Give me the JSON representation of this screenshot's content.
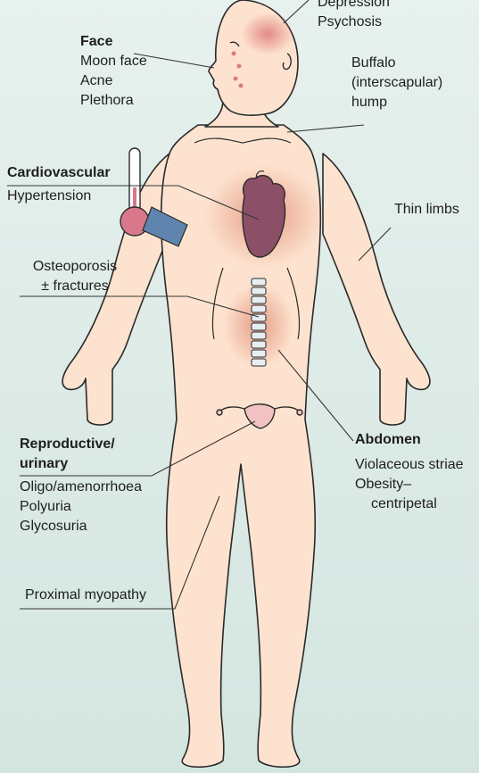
{
  "labels": {
    "head": {
      "lines": [
        "Depression",
        "Psychosis"
      ]
    },
    "face": {
      "heading": "Face",
      "lines": [
        "Moon face",
        "Acne",
        "Plethora"
      ]
    },
    "buffalo": {
      "lines": [
        "Buffalo",
        "(interscapular)",
        "hump"
      ]
    },
    "cardio": {
      "heading": "Cardiovascular",
      "lines": [
        "Hypertension"
      ]
    },
    "thin_limbs": {
      "lines": [
        "Thin limbs"
      ]
    },
    "osteo": {
      "lines": [
        "Osteoporosis",
        "± fractures"
      ]
    },
    "repro": {
      "heading_lines": [
        "Reproductive/",
        "urinary"
      ],
      "lines": [
        "Oligo/amenorrhoea",
        "Polyuria",
        "Glycosuria"
      ]
    },
    "abdomen": {
      "heading": "Abdomen",
      "lines": [
        "Violaceous striae",
        "Obesity–",
        "centripetal"
      ]
    },
    "myopathy": {
      "lines": [
        "Proximal myopathy"
      ]
    }
  },
  "colors": {
    "background": "#dfece8",
    "skin": "#fde3cf",
    "skin_outline": "#2a2a2a",
    "heart": "#8b5068",
    "cuff": "#5f84ad",
    "bulb": "#d8788a",
    "flush": "#e89a8a",
    "leader": "#333333"
  }
}
